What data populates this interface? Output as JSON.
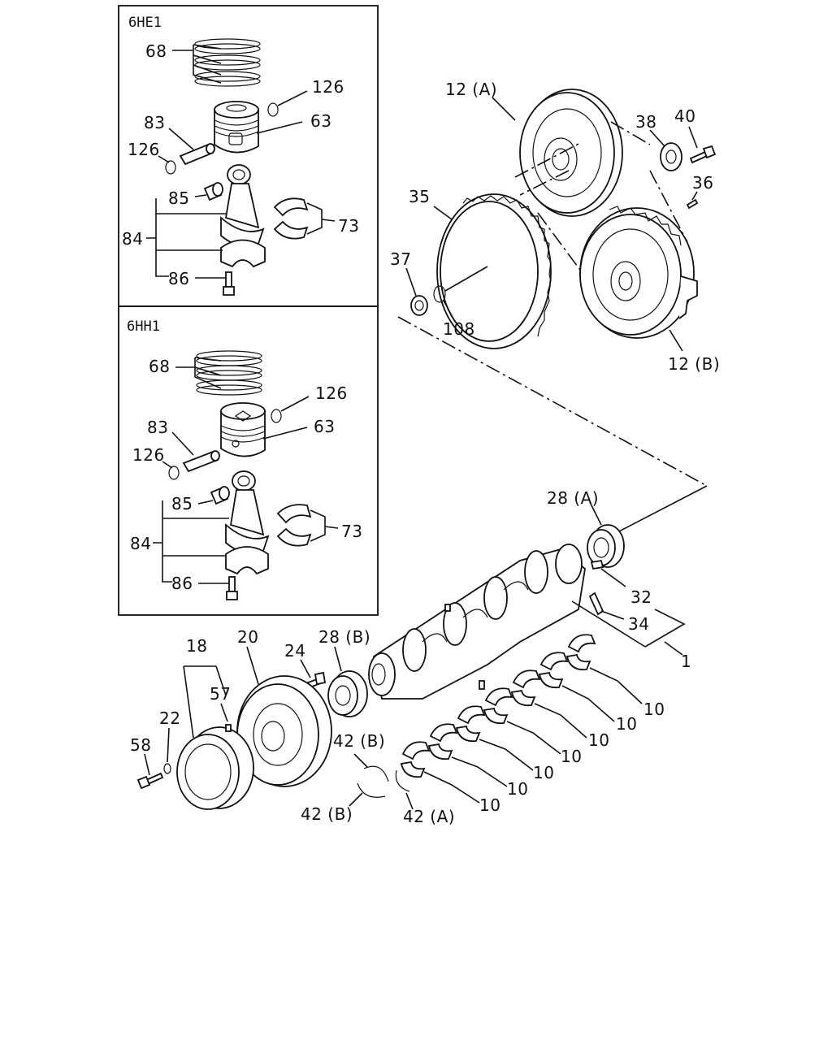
{
  "boxes": {
    "upper_title": "6HE1",
    "lower_title": "6HH1"
  },
  "labels": {
    "upper": {
      "rings": "68",
      "snap_ring_top": "126",
      "pin": "83",
      "piston": "63",
      "snap_ring_left": "126",
      "bushing": "85",
      "bearing": "73",
      "conrod": "84",
      "bolt": "86"
    },
    "lower": {
      "rings": "68",
      "snap_ring_top": "126",
      "pin": "83",
      "piston": "63",
      "snap_ring_left": "126",
      "bushing": "85",
      "bearing": "73",
      "conrod": "84",
      "bolt": "86"
    },
    "main": {
      "flywheel_a": "12 (A)",
      "plate": "38",
      "bolt_40": "40",
      "pin_36": "36",
      "ring_gear": "35",
      "bearing_37": "37",
      "ring_108": "108",
      "flywheel_b": "12 (B)",
      "gear_28a": "28 (A)",
      "key_32": "32",
      "pin_34": "34",
      "crankshaft": "1",
      "gear_28b": "28 (B)",
      "bolt_24": "24",
      "pulley_20": "20",
      "damper_18": "18",
      "pin_57": "57",
      "washer_22": "22",
      "bolt_58": "58",
      "thrust_42b_top": "42 (B)",
      "thrust_42b_bottom": "42 (B)",
      "thrust_42a": "42 (A)",
      "bearings_10": [
        "10",
        "10",
        "10",
        "10",
        "10",
        "10",
        "10"
      ]
    }
  }
}
